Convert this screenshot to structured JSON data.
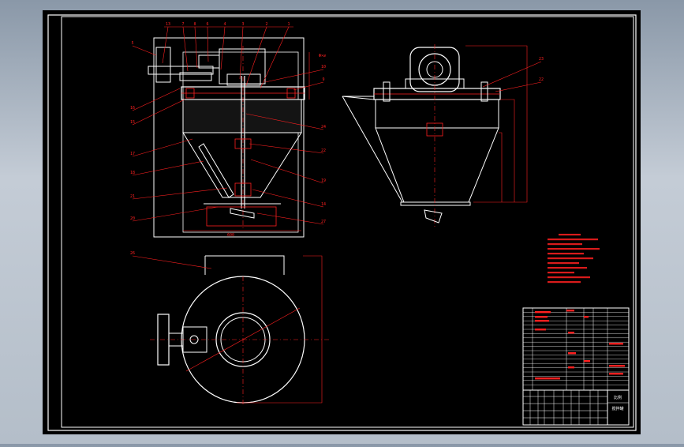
{
  "colors": {
    "background": "#000000",
    "frame": "#ffffff",
    "geometry": "#ffffff",
    "leader": "#ff2020",
    "hatch": "#ff2020",
    "centerline": "#ff2020",
    "dimension": "#ff2020",
    "body_fill": "#141414"
  },
  "front_view": {
    "top_labels": [
      "13",
      "7",
      "8",
      "6",
      "4",
      "3",
      "2",
      "1"
    ],
    "left_labels": [
      "5",
      "16",
      "15",
      "17",
      "18",
      "21",
      "20"
    ],
    "right_labels": [
      "10",
      "9",
      "24",
      "22",
      "19",
      "14",
      "27"
    ],
    "dim_callout": "Φ×∅",
    "bottom_dim": "600"
  },
  "side_view": {
    "labels": [
      "23",
      "22"
    ]
  },
  "plan_view": {
    "labels": [
      "26"
    ]
  },
  "title_block": {
    "drawing_name": "搅拌罐",
    "scale_label": "比例"
  }
}
